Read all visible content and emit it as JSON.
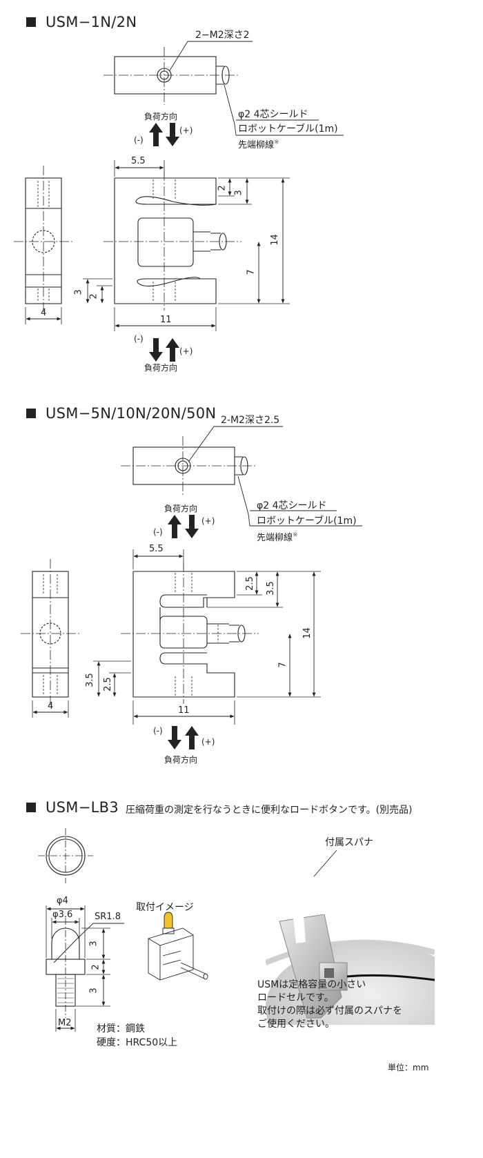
{
  "sections": [
    {
      "title": "USM−1N/2N",
      "screw_label": "2−M2深さ2",
      "cable_line1": "φ2 4芯シールド",
      "cable_line2": "ロボットケーブル(1m)",
      "cable_line3": "先端柳線",
      "note_mark": "※",
      "load_dir_top": "負荷方向",
      "load_dir_bottom": "負荷方向",
      "minus": "(-)",
      "plus": "(+)",
      "dims": {
        "w55": "5.5",
        "w11": "11",
        "w4": "4",
        "h14": "14",
        "h7": "7",
        "h2a": "2",
        "h3a": "3",
        "h3b": "3",
        "h2b": "2"
      }
    },
    {
      "title": "USM−5N/10N/20N/50N",
      "screw_label": "2-M2深さ2.5",
      "cable_line1": "φ2 4芯シールド",
      "cable_line2": "ロボットケーブル(1m)",
      "cable_line3": "先端柳線",
      "note_mark": "※",
      "load_dir_top": "負荷方向",
      "load_dir_bottom": "負荷方向",
      "minus": "(-)",
      "plus": "(+)",
      "dims": {
        "w55": "5.5",
        "w11": "11",
        "w4": "4",
        "h14": "14",
        "h7": "7",
        "h25a": "2.5",
        "h35a": "3.5",
        "h35b": "3.5",
        "h25b": "2.5"
      }
    }
  ],
  "lb3": {
    "title": "USM−LB3",
    "description": "圧縮荷重の測定を行なうときに便利なロードボタンです。(別売品)",
    "dims": {
      "phi4": "φ4",
      "phi36": "φ3.6",
      "sr18": "SR1.8",
      "h3a": "3",
      "h2": "2",
      "h3b": "3",
      "m2": "M2"
    },
    "mount_label": "取付イメージ",
    "material_line1": "材質：鋼鉄",
    "material_line2": "硬度：HRC50以上",
    "spanner_label": "付属スパナ",
    "note_line1": "USMは定格容量の小さい",
    "note_line2": "ロードセルです。",
    "note_line3": "取付けの際は必ず付属のスパナを",
    "note_line4": "ご使用ください。"
  },
  "unit": "単位：mm"
}
